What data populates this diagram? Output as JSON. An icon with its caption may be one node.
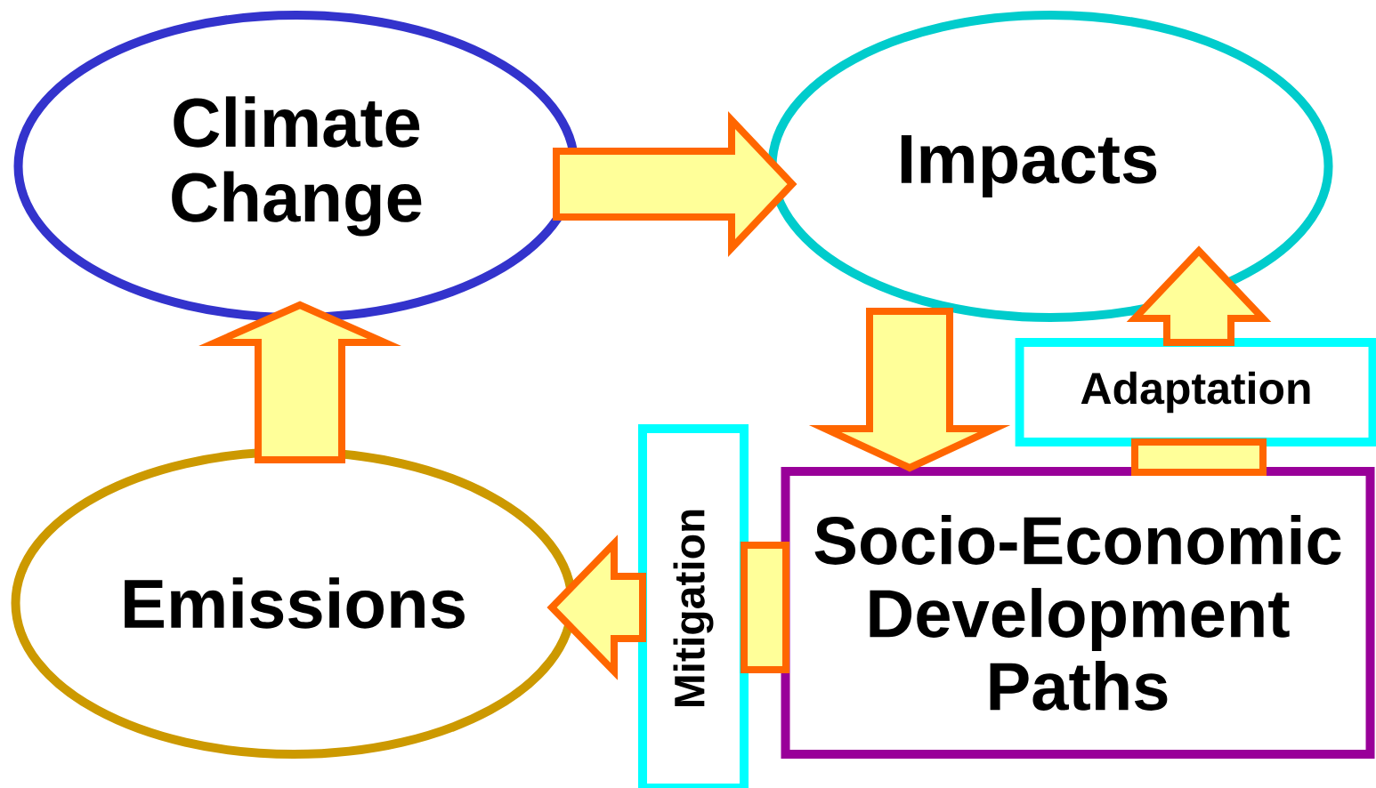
{
  "diagram": {
    "nodes": [
      {
        "text": [
          "Climate Change"
        ]
      },
      {
        "text": [
          "Impacts"
        ]
      },
      {
        "text": [
          "Emissions"
        ]
      },
      {
        "text": [
          "Socio-Economic Development Paths"
        ]
      },
      {
        "text": [
          "Mitigation"
        ]
      },
      {
        "text": [
          "Adaptation"
        ]
      }
    ],
    "edges": [
      {
        "from": 0,
        "to": 1,
        "arrow": "to"
      },
      {
        "from": 2,
        "to": 0,
        "arrow": "to"
      },
      {
        "from": 1,
        "to": 3,
        "arrow": "to"
      },
      {
        "from": 3,
        "to": 5,
        "arrow": "none"
      },
      {
        "from": 5,
        "to": 1,
        "arrow": "to"
      },
      {
        "from": 3,
        "to": 4,
        "arrow": "none"
      },
      {
        "from": 4,
        "to": 2,
        "arrow": "to"
      }
    ]
  }
}
